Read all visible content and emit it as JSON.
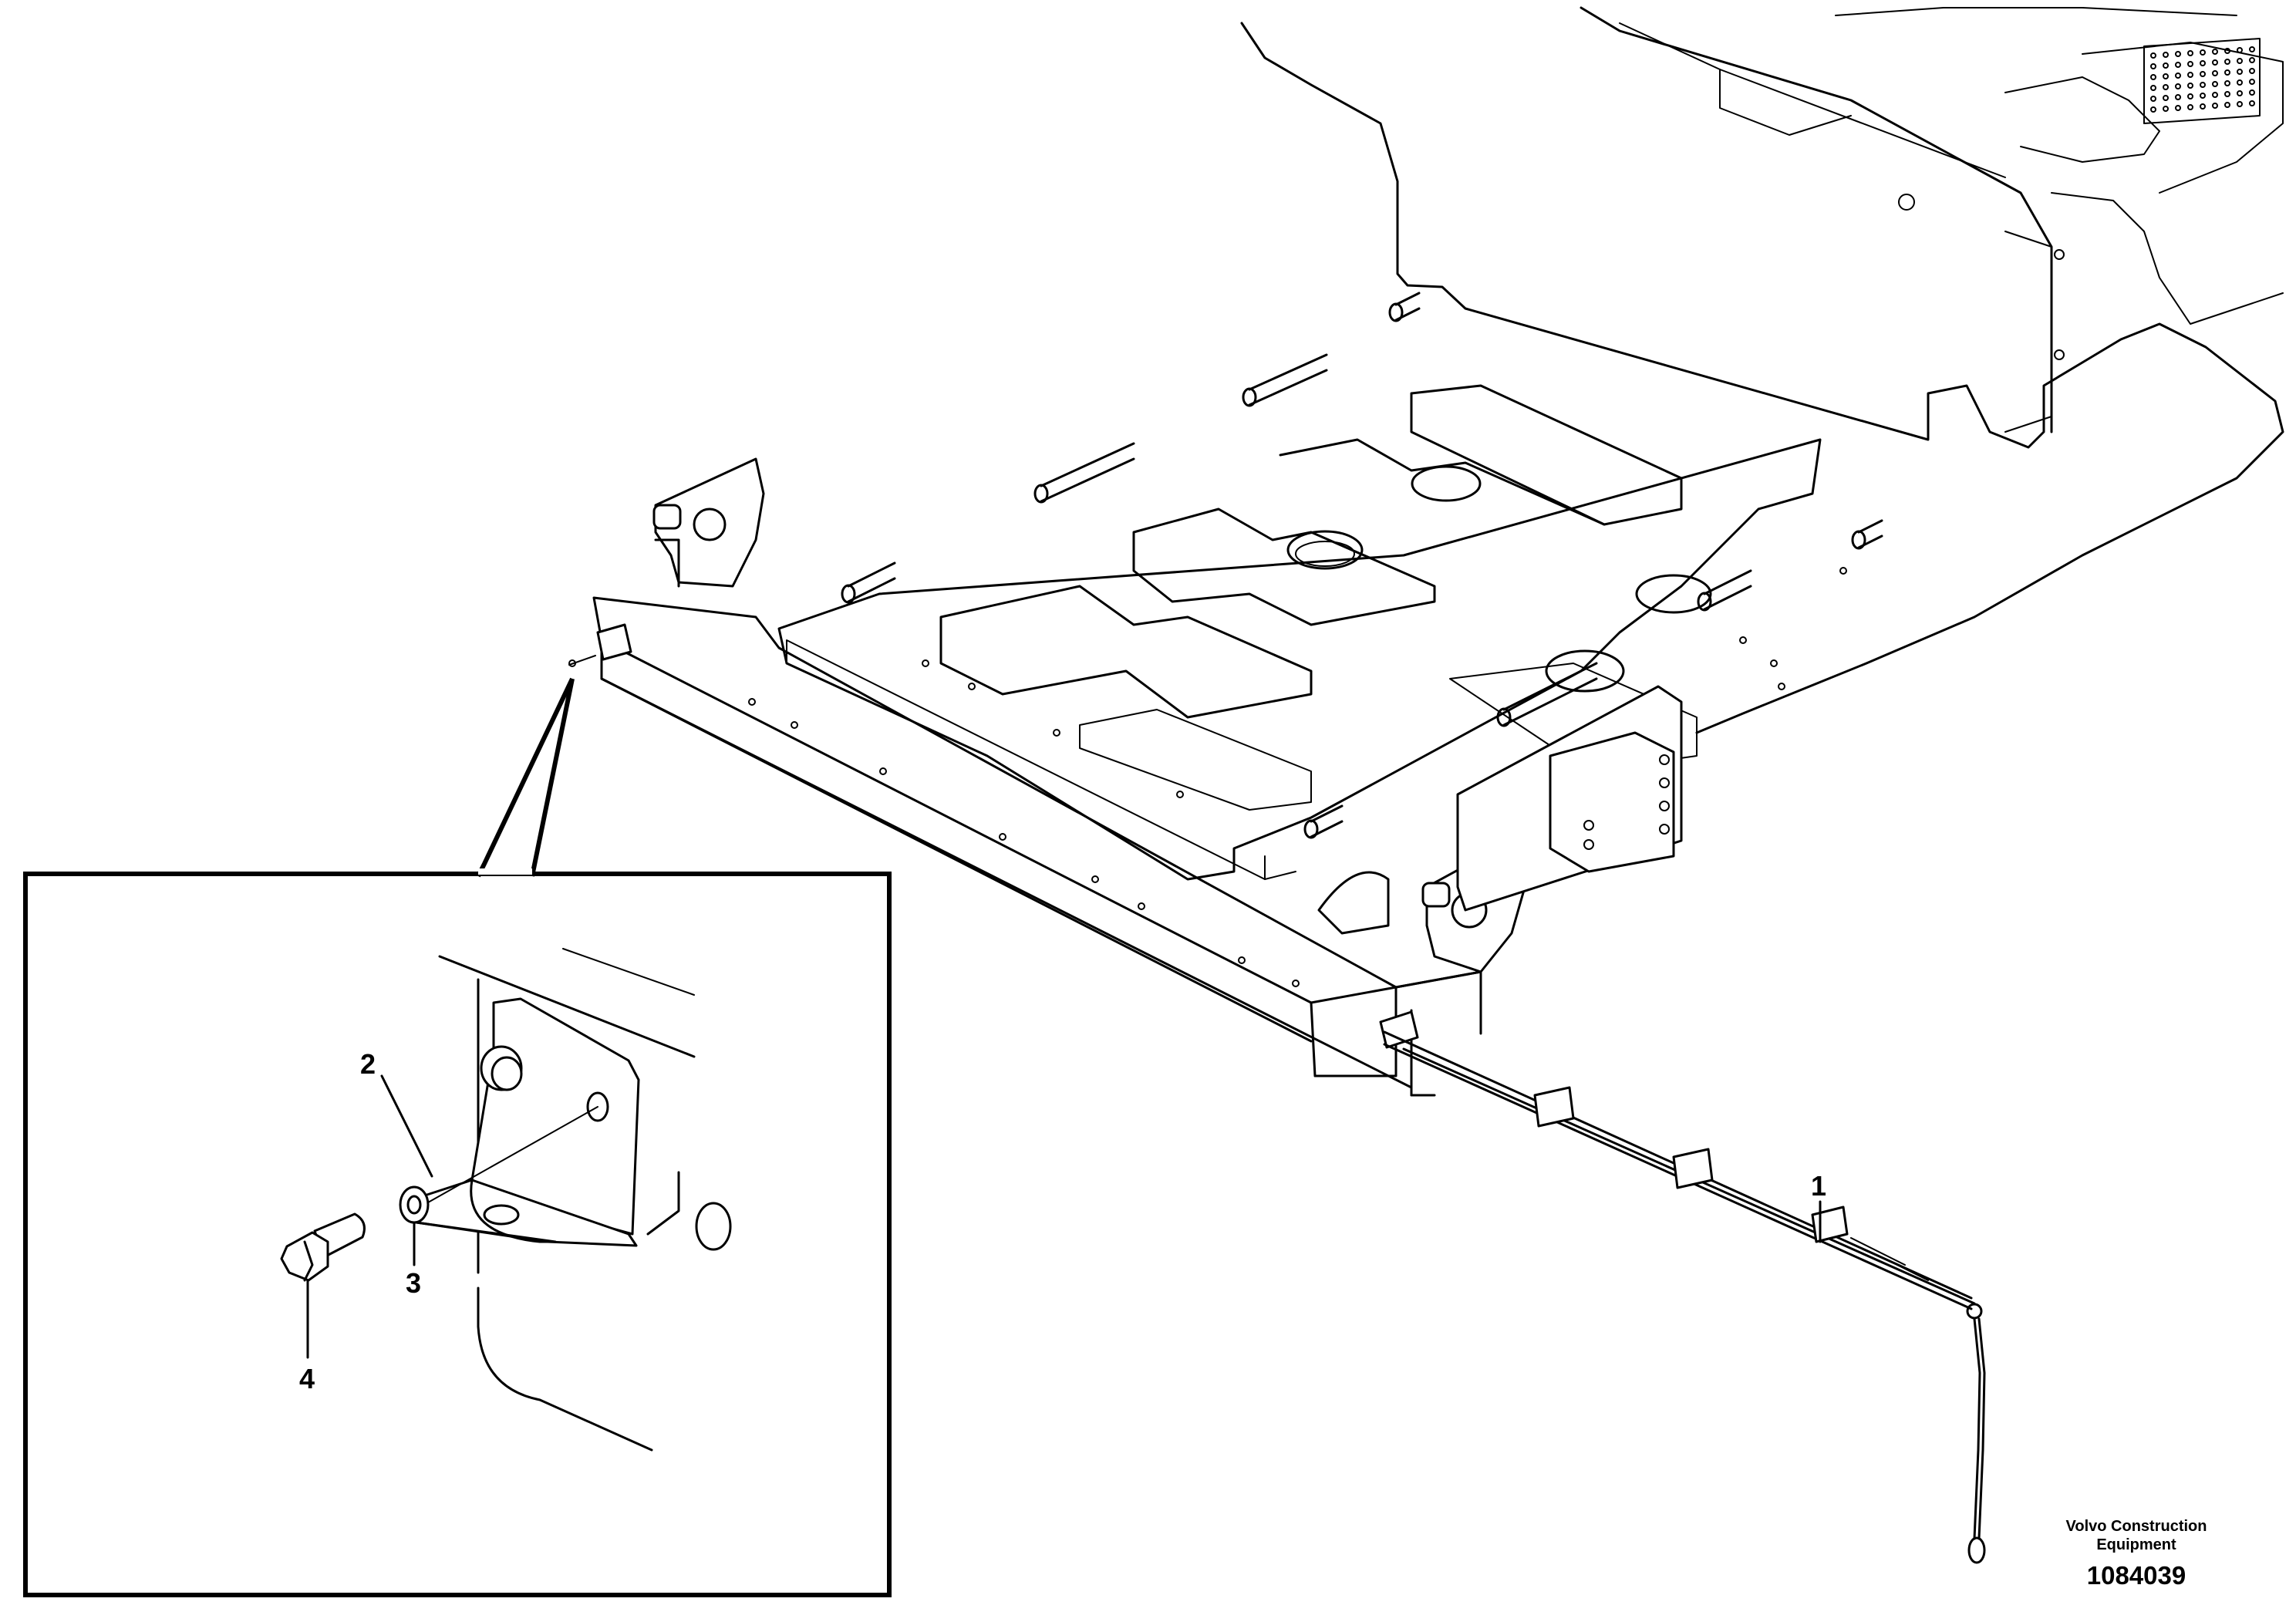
{
  "callouts": [
    {
      "id": "1",
      "label": "1"
    },
    {
      "id": "2",
      "label": "2"
    },
    {
      "id": "3",
      "label": "3"
    },
    {
      "id": "4",
      "label": "4"
    }
  ],
  "manufacturer": "Volvo Construction Equipment",
  "document_number": "1084039"
}
